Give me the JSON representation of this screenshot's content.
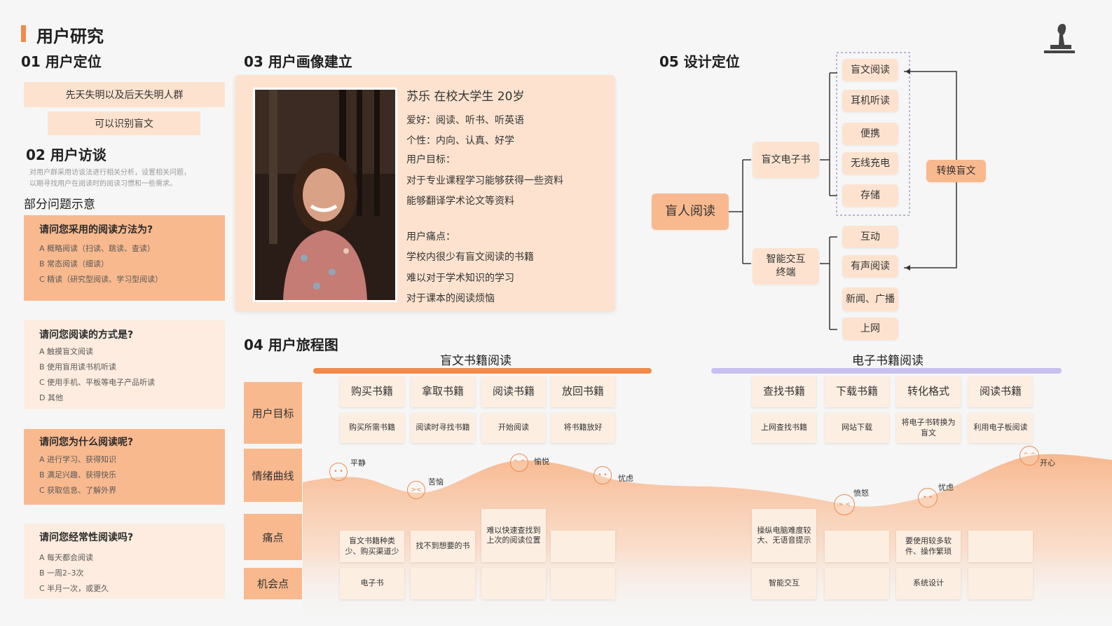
{
  "page": {
    "title": "用户研究"
  },
  "sec01": {
    "title": "01 用户定位",
    "tag1": "先天失明以及后天失明人群",
    "tag2": "可以识别盲文"
  },
  "sec02": {
    "title": "02 用户访谈",
    "desc1": "对用户群采用访谈法进行相关分析，设置相关问题，",
    "desc2": "以期寻找用户在阅读时的阅读习惯和一些需求。",
    "subtitle": "部分问题示意",
    "questions": [
      {
        "q": "请问您采用的阅读方法为?",
        "options": [
          "A 概略阅读（扫读、跳读、查读）",
          "B 常态阅读（细读）",
          "C 精读（研究型阅读、学习型阅读）"
        ]
      },
      {
        "q": "请问您阅读的方式是?",
        "options": [
          "A 触摸盲文阅读",
          "B 使用盲用读书机听读",
          "C 使用手机、平板等电子产品听读",
          "D 其他"
        ]
      },
      {
        "q": "请问您为什么阅读呢?",
        "options": [
          "A 进行学习、获得知识",
          "B 满足兴趣、获得快乐",
          "C 获取信息、了解外界"
        ]
      },
      {
        "q": "请问您经常性阅读吗?",
        "options": [
          "A 每天都会阅读",
          "B 一周2–3次",
          "C 半月一次，或更久"
        ]
      }
    ]
  },
  "sec03": {
    "title": "03 用户画像建立",
    "name": "苏乐 在校大学生   20岁",
    "lines": [
      "爱好：阅读、听书、听英语",
      "个性：内向、认真、好学",
      "用户目标：",
      "对于专业课程学习能够获得一些资料",
      "能够翻译学术论文等资料"
    ],
    "pain": [
      "用户痛点：",
      "学校内很少有盲文阅读的书籍",
      "难以对于学术知识的学习",
      "对于课本的阅读烦恼"
    ]
  },
  "sec05": {
    "title": "05 设计定位",
    "root": "盲人阅读",
    "branch1": "盲文电子书",
    "branch2": "智能交互\n终端",
    "convert": "转换盲文",
    "leaves1": [
      "盲文阅读",
      "耳机听读",
      "便携",
      "无线充电",
      "存储"
    ],
    "leaves2": [
      "互动",
      "有声阅读",
      "新闻、广播",
      "上网"
    ]
  },
  "sec04": {
    "title": "04 用户旅程图",
    "groupA": "盲文书籍阅读",
    "groupB": "电子书籍阅读",
    "rows": [
      "用户目标",
      "情绪曲线",
      "痛点",
      "机会点"
    ],
    "colorA": "#f08a4b",
    "colorB": "#c8c0ee",
    "stepsA": [
      "购买书籍",
      "拿取书籍",
      "阅读书籍",
      "放回书籍"
    ],
    "goalsA": [
      "购买所需书籍",
      "阅读时寻找书籍",
      "开始阅读",
      "将书籍放好"
    ],
    "stepsB": [
      "查找书籍",
      "下载书籍",
      "转化格式",
      "阅读书籍"
    ],
    "goalsB": [
      "上网查找书籍",
      "网站下载",
      "将电子书转换为盲文",
      "利用电子板阅读"
    ],
    "emotionsA": [
      "平静",
      "苦恼",
      "愉悦",
      "忧虑"
    ],
    "emotionsB": [
      "愤怒",
      "忧虑",
      "开心"
    ],
    "painsA": [
      "盲文书籍种类少、购买渠道少",
      "找不到想要的书",
      "难以快速查找到上次的阅读位置",
      ""
    ],
    "painsB": [
      "操纵电脑难度较大、无语音提示",
      "",
      "要使用较多软件、操作繁琐",
      ""
    ],
    "oppA": [
      "电子书",
      "",
      "",
      ""
    ],
    "oppB": [
      "智能交互",
      "",
      "系统设计",
      ""
    ]
  }
}
